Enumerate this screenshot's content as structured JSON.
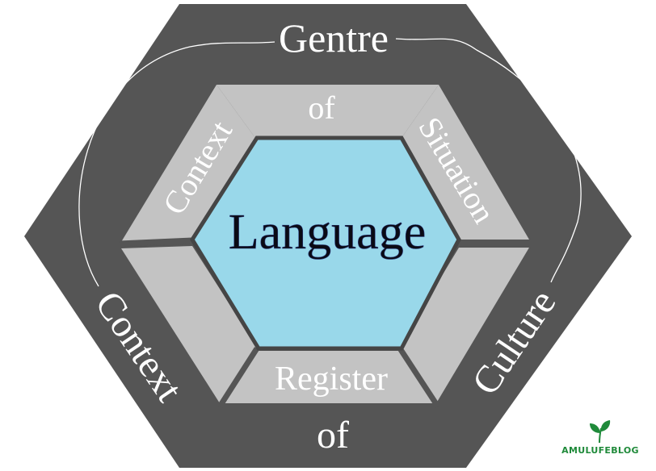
{
  "diagram": {
    "center_label": "Language",
    "outer_layer": {
      "top_label": "Gentre",
      "left_label": "Context",
      "bottom_label": "of",
      "right_label": "Culture"
    },
    "middle_layer": {
      "upper_left_label": "Context",
      "top_label": "of",
      "upper_right_label": "Situation",
      "bottom_label": "Register"
    }
  },
  "watermark": {
    "text": "AMULUFEBLOG"
  },
  "colors": {
    "background": "#ffffff",
    "outer_hexagon": "#555555",
    "middle_hexagon": "#c3c3c3",
    "inner_hexagon": "#99d8ea",
    "divider": "#555555",
    "inner_border": "#454545",
    "label_light": "#ffffff",
    "label_center": "#0a0a14",
    "logo_green": "#1f8a3a"
  },
  "icons": {
    "watermark_logo": "leaf-sprout-icon"
  }
}
